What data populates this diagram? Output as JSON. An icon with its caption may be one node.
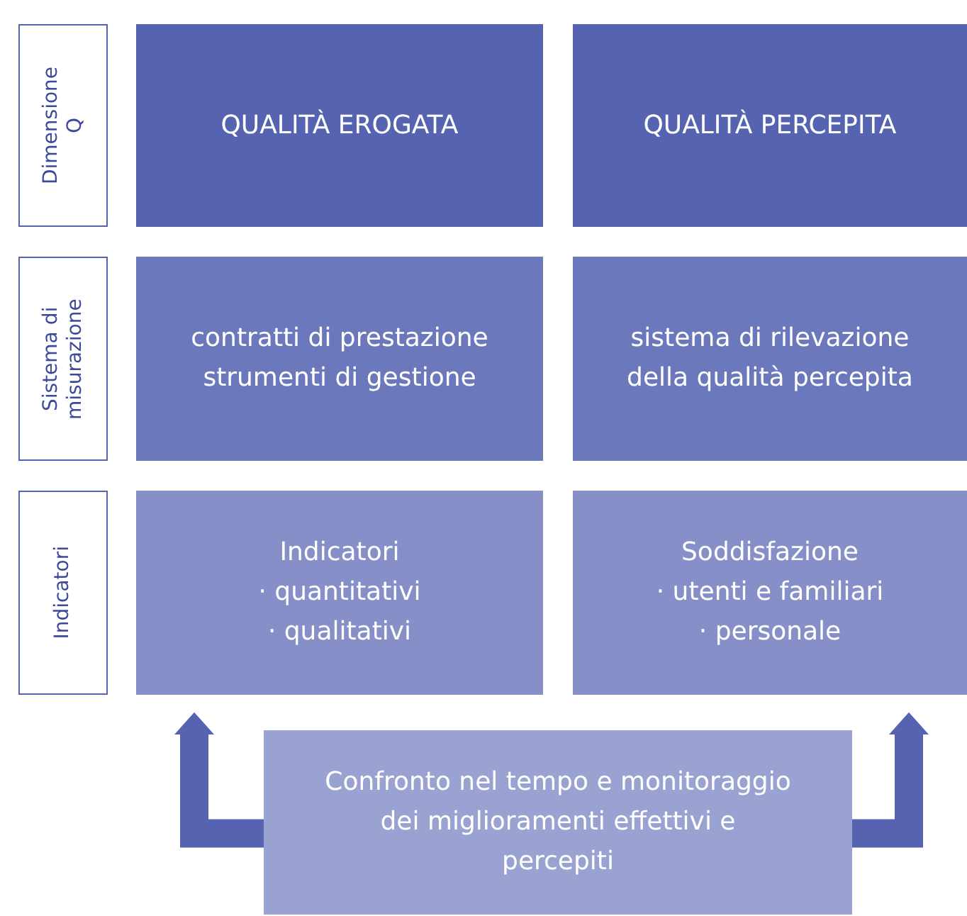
{
  "diagram": {
    "nodes": [
      {
        "text": [
          "Dimensione Q"
        ]
      },
      {
        "text": [
          "QUALITÀ EROGATA"
        ]
      },
      {
        "text": [
          "QUALITÀ PERCEPITA"
        ]
      },
      {
        "text": [
          "Sistema di misurazione"
        ]
      },
      {
        "text": [
          "contratti di prestazione",
          "strumenti di gestione"
        ]
      },
      {
        "text": [
          "sistema di rilevazione della qualità percepita"
        ]
      },
      {
        "text": [
          "Indicatori"
        ]
      },
      {
        "text": [
          "Indicatori",
          "· quantitativi",
          "· qualitativi"
        ]
      },
      {
        "text": [
          "Soddisfazione",
          "· utenti e familiari",
          "· personale"
        ]
      },
      {
        "text": [
          "Confronto nel tempo e monitoraggio dei miglioramenti effettivi e percepiti"
        ]
      }
    ],
    "edges": [
      {
        "from": 9,
        "to": 7,
        "arrow": "to"
      },
      {
        "from": 9,
        "to": 8,
        "arrow": "to"
      }
    ]
  }
}
